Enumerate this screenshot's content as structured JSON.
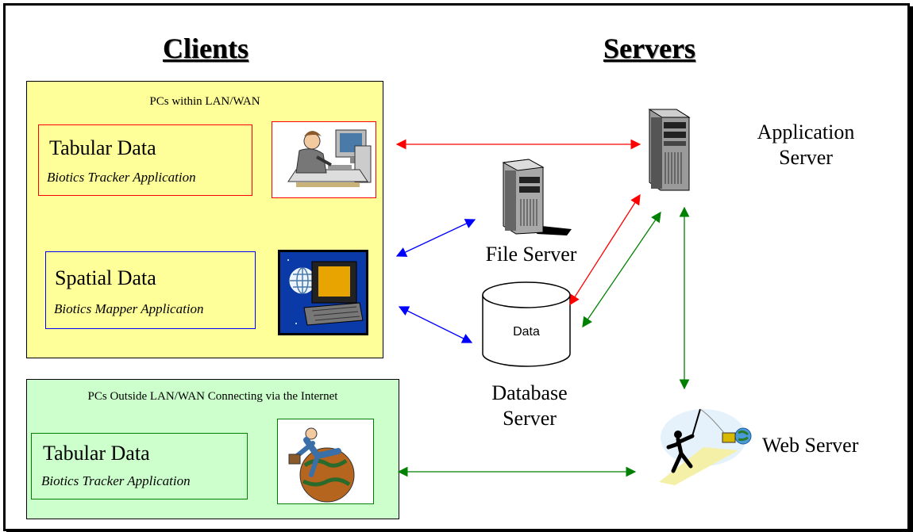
{
  "headings": {
    "clients": "Clients",
    "servers": "Servers"
  },
  "lan_panel": {
    "title": "PCs within LAN/WAN",
    "tabular": {
      "title": "Tabular Data",
      "subtitle": "Biotics Tracker Application"
    },
    "spatial": {
      "title": "Spatial Data",
      "subtitle": "Biotics Mapper Application"
    }
  },
  "internet_panel": {
    "title": "PCs Outside LAN/WAN Connecting via the Internet",
    "tabular": {
      "title": "Tabular Data",
      "subtitle": "Biotics Tracker Application"
    }
  },
  "servers": {
    "application": {
      "line1": "Application",
      "line2": "Server"
    },
    "file": "File Server",
    "database": {
      "cylinder_label": "Data",
      "line1": "Database",
      "line2": "Server"
    },
    "web": "Web Server"
  },
  "colors": {
    "red": "#ff0000",
    "blue": "#0000ff",
    "green": "#008000",
    "yellow_panel": "#ffff99",
    "green_panel": "#ccffcc"
  }
}
